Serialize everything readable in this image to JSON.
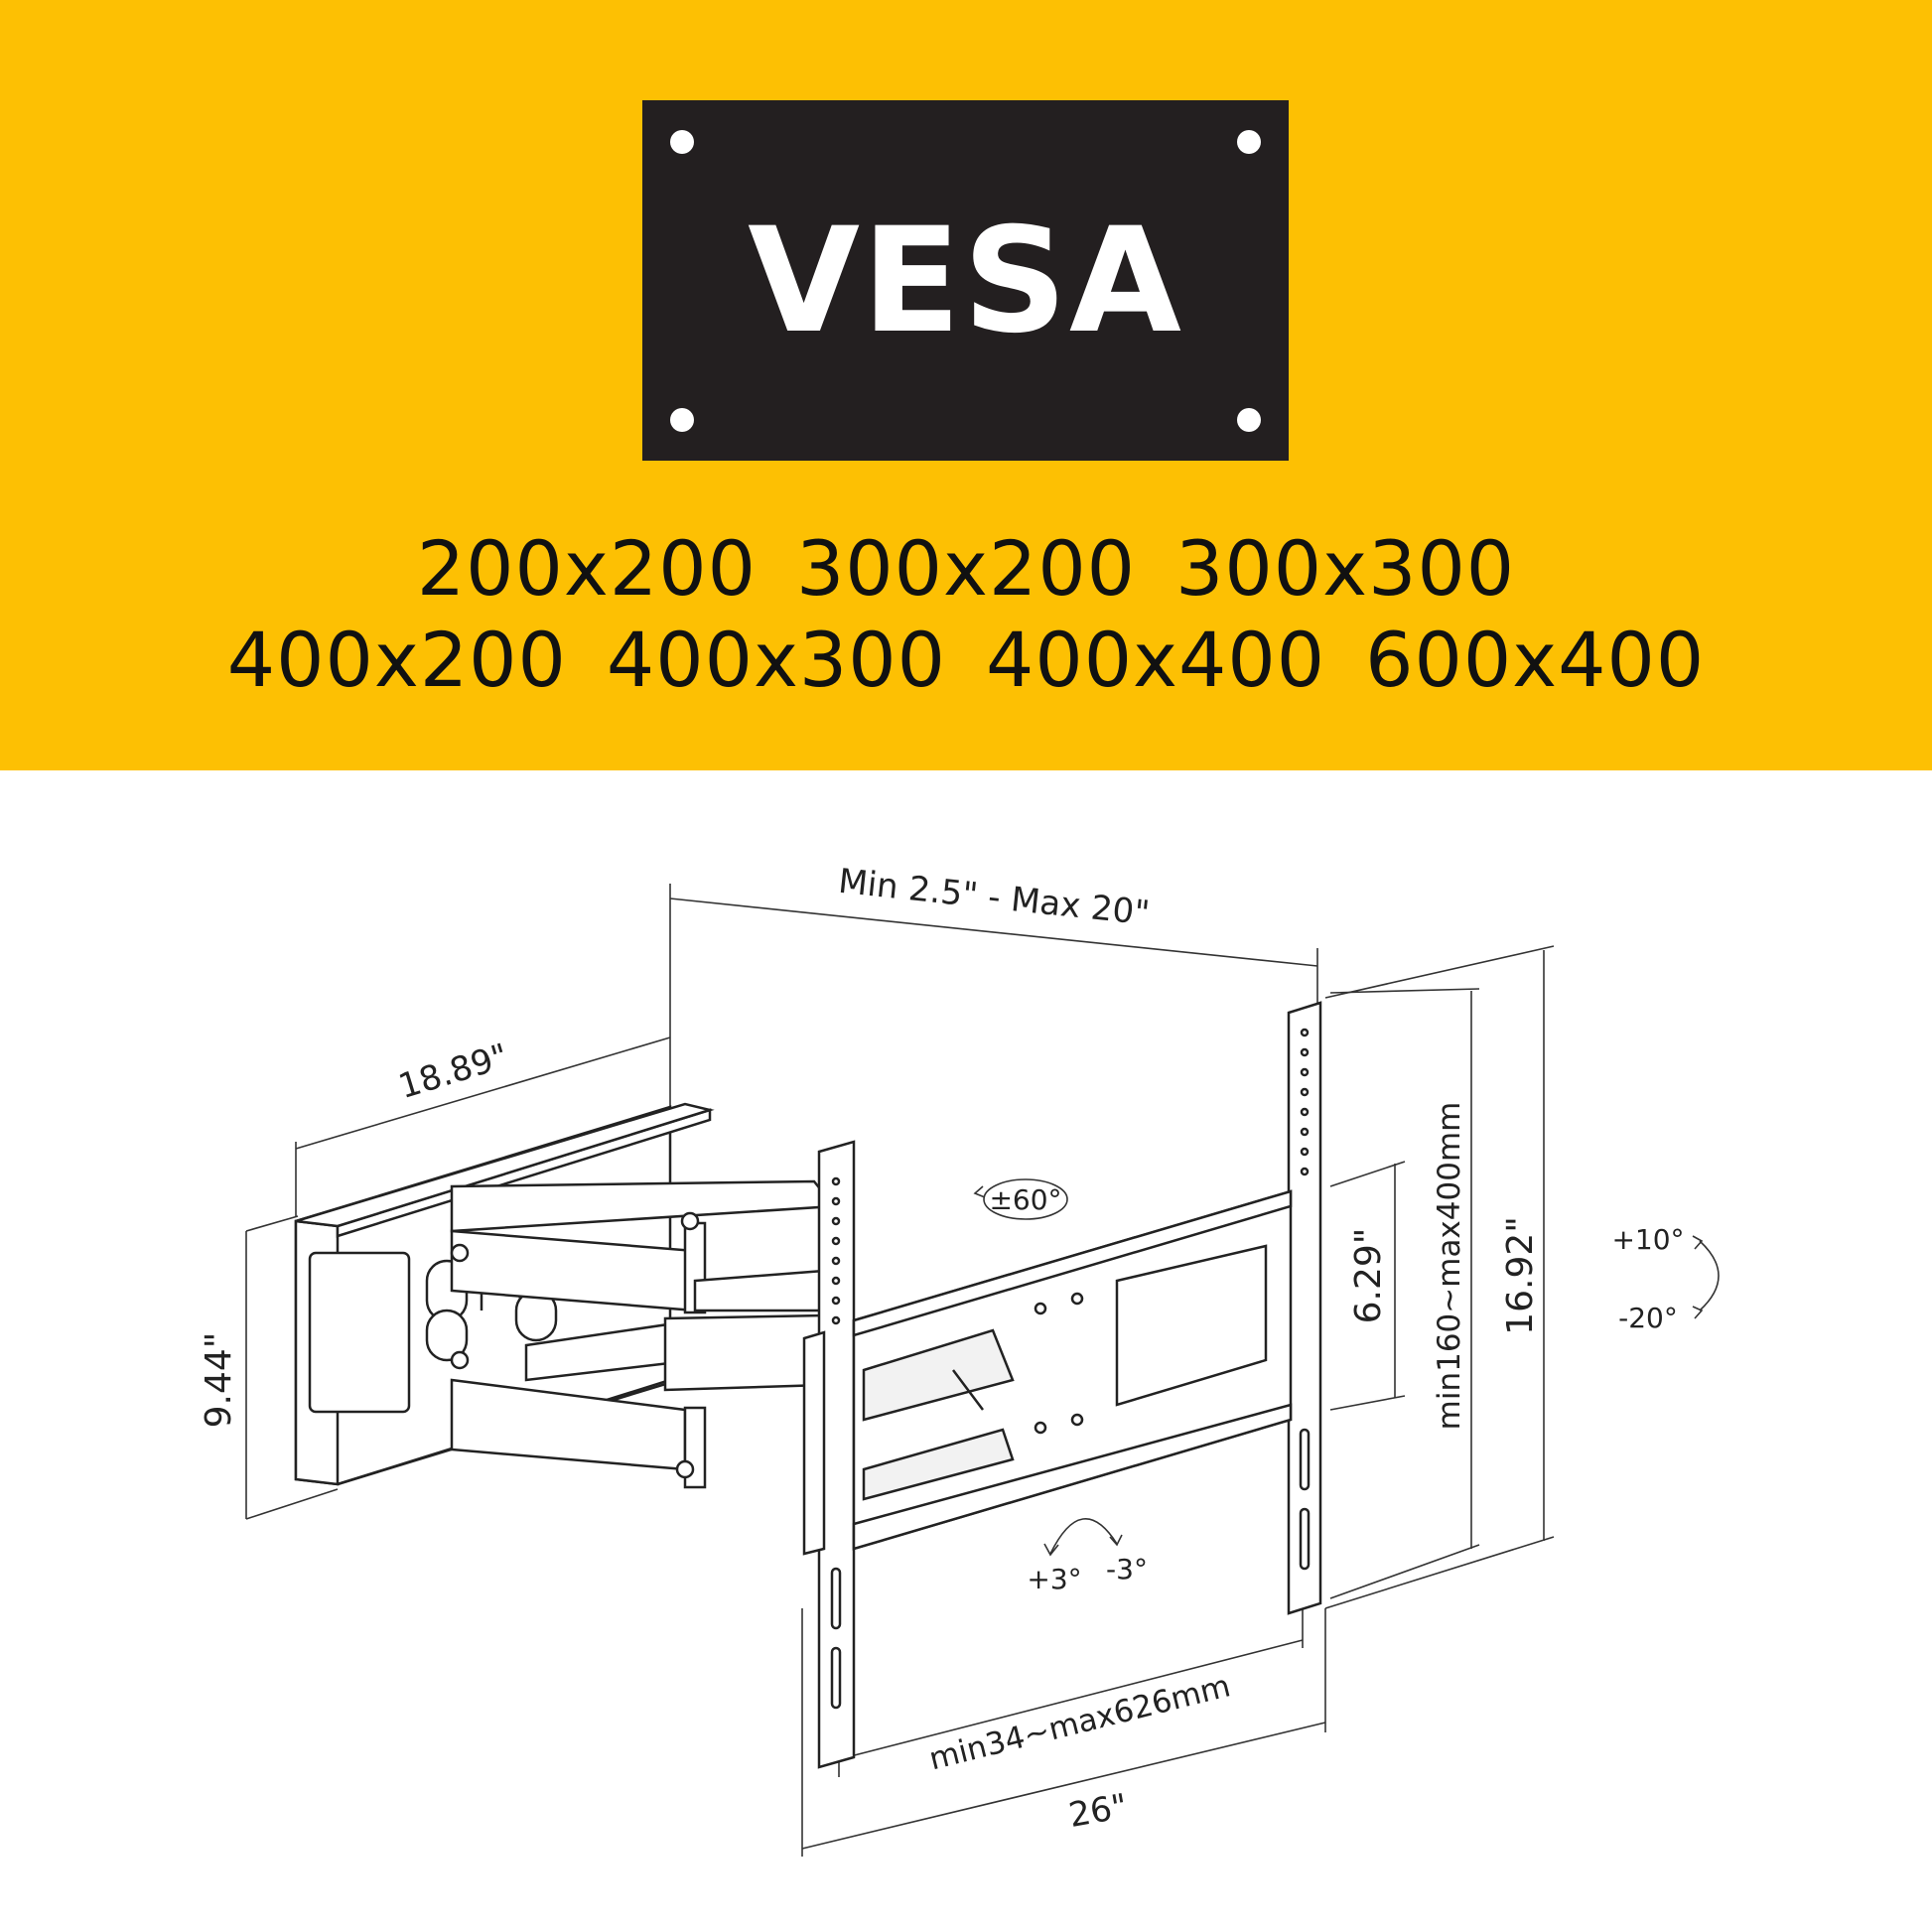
{
  "banner": {
    "logo_text": "VESA",
    "background_color": "#FDC003",
    "plate_color": "#231F20",
    "hole_patterns_row1": [
      "200x200",
      "300x200",
      "300x300"
    ],
    "hole_patterns_row2": [
      "400x200",
      "400x300",
      "400x400",
      "600x400"
    ]
  },
  "diagram": {
    "dim_extension": "Min 2.5\" - Max 20\"",
    "dim_wall_plate_width": "18.89\"",
    "dim_wall_plate_height": "9.44\"",
    "dim_swivel": "±60°",
    "dim_vesa_height_small": "6.29\"",
    "dim_vesa_vertical_range": "min160~max400mm",
    "dim_bracket_height": "16.92\"",
    "tilt_up": "+10°",
    "tilt_down": "-20°",
    "level_plus": "+3°",
    "level_minus": "-3°",
    "dim_vesa_horizontal_range": "min34~max626mm",
    "dim_bracket_width": "26\""
  }
}
